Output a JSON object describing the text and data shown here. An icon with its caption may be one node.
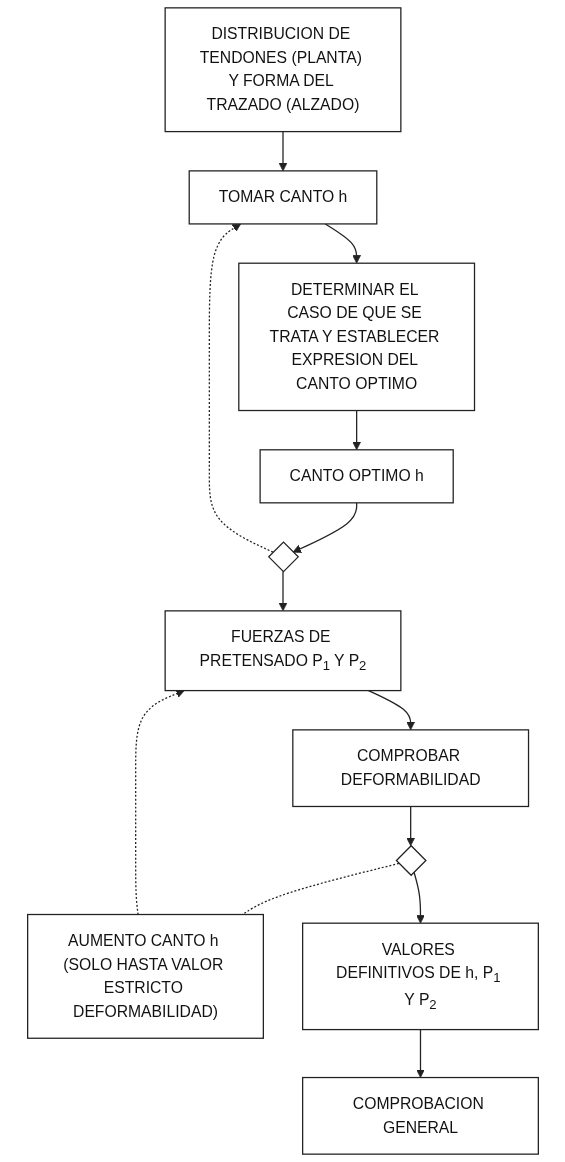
{
  "diagram": {
    "nodes": [
      {
        "text": [
          "DISTRIBUCION DE TENDONES (PLANTA) Y FORMA DEL TRAZADO (ALZADO)"
        ]
      },
      {
        "text": [
          "TOMAR CANTO h"
        ]
      },
      {
        "text": [
          "DETERMINAR EL CASO DE QUE SE TRATA Y ESTABLECER EXPRESION DEL CANTO OPTIMO"
        ]
      },
      {
        "text": [
          "CANTO OPTIMO h"
        ]
      },
      {
        "text": [],
        "shape": "diamond"
      },
      {
        "text": [
          "FUERZAS DE PRETENSADO P$_{1}$ Y P$_{2}$"
        ]
      },
      {
        "text": [
          "COMPROBAR DEFORMABILIDAD"
        ]
      },
      {
        "text": [],
        "shape": "diamond"
      },
      {
        "text": [
          "AUMENTO CANTO h (SOLO HASTA VALOR ESTRICTO DEFORMABILIDAD)"
        ]
      },
      {
        "text": [
          "VALORES DEFINITIVOS DE h, P$_{1}$ Y P$_{2}$"
        ]
      },
      {
        "text": [
          "COMPROBACION GENERAL"
        ]
      }
    ],
    "edges": [
      {
        "from": 0,
        "to": 1,
        "arrow": "to"
      },
      {
        "from": 1,
        "to": 2,
        "arrow": "to"
      },
      {
        "from": 2,
        "to": 3,
        "arrow": "to"
      },
      {
        "from": 3,
        "to": 4,
        "arrow": "to"
      },
      {
        "from": 4,
        "to": 1,
        "arrow": "to",
        "style": "dashed"
      },
      {
        "from": 4,
        "to": 5,
        "arrow": "to"
      },
      {
        "from": 5,
        "to": 6,
        "arrow": "to"
      },
      {
        "from": 6,
        "to": 7,
        "arrow": "to"
      },
      {
        "from": 7,
        "to": 8,
        "arrow": "none",
        "style": "dashed"
      },
      {
        "from": 8,
        "to": 5,
        "arrow": "to",
        "style": "dashed"
      },
      {
        "from": 7,
        "to": 9,
        "arrow": "to"
      },
      {
        "from": 9,
        "to": 10,
        "arrow": "to"
      }
    ]
  }
}
